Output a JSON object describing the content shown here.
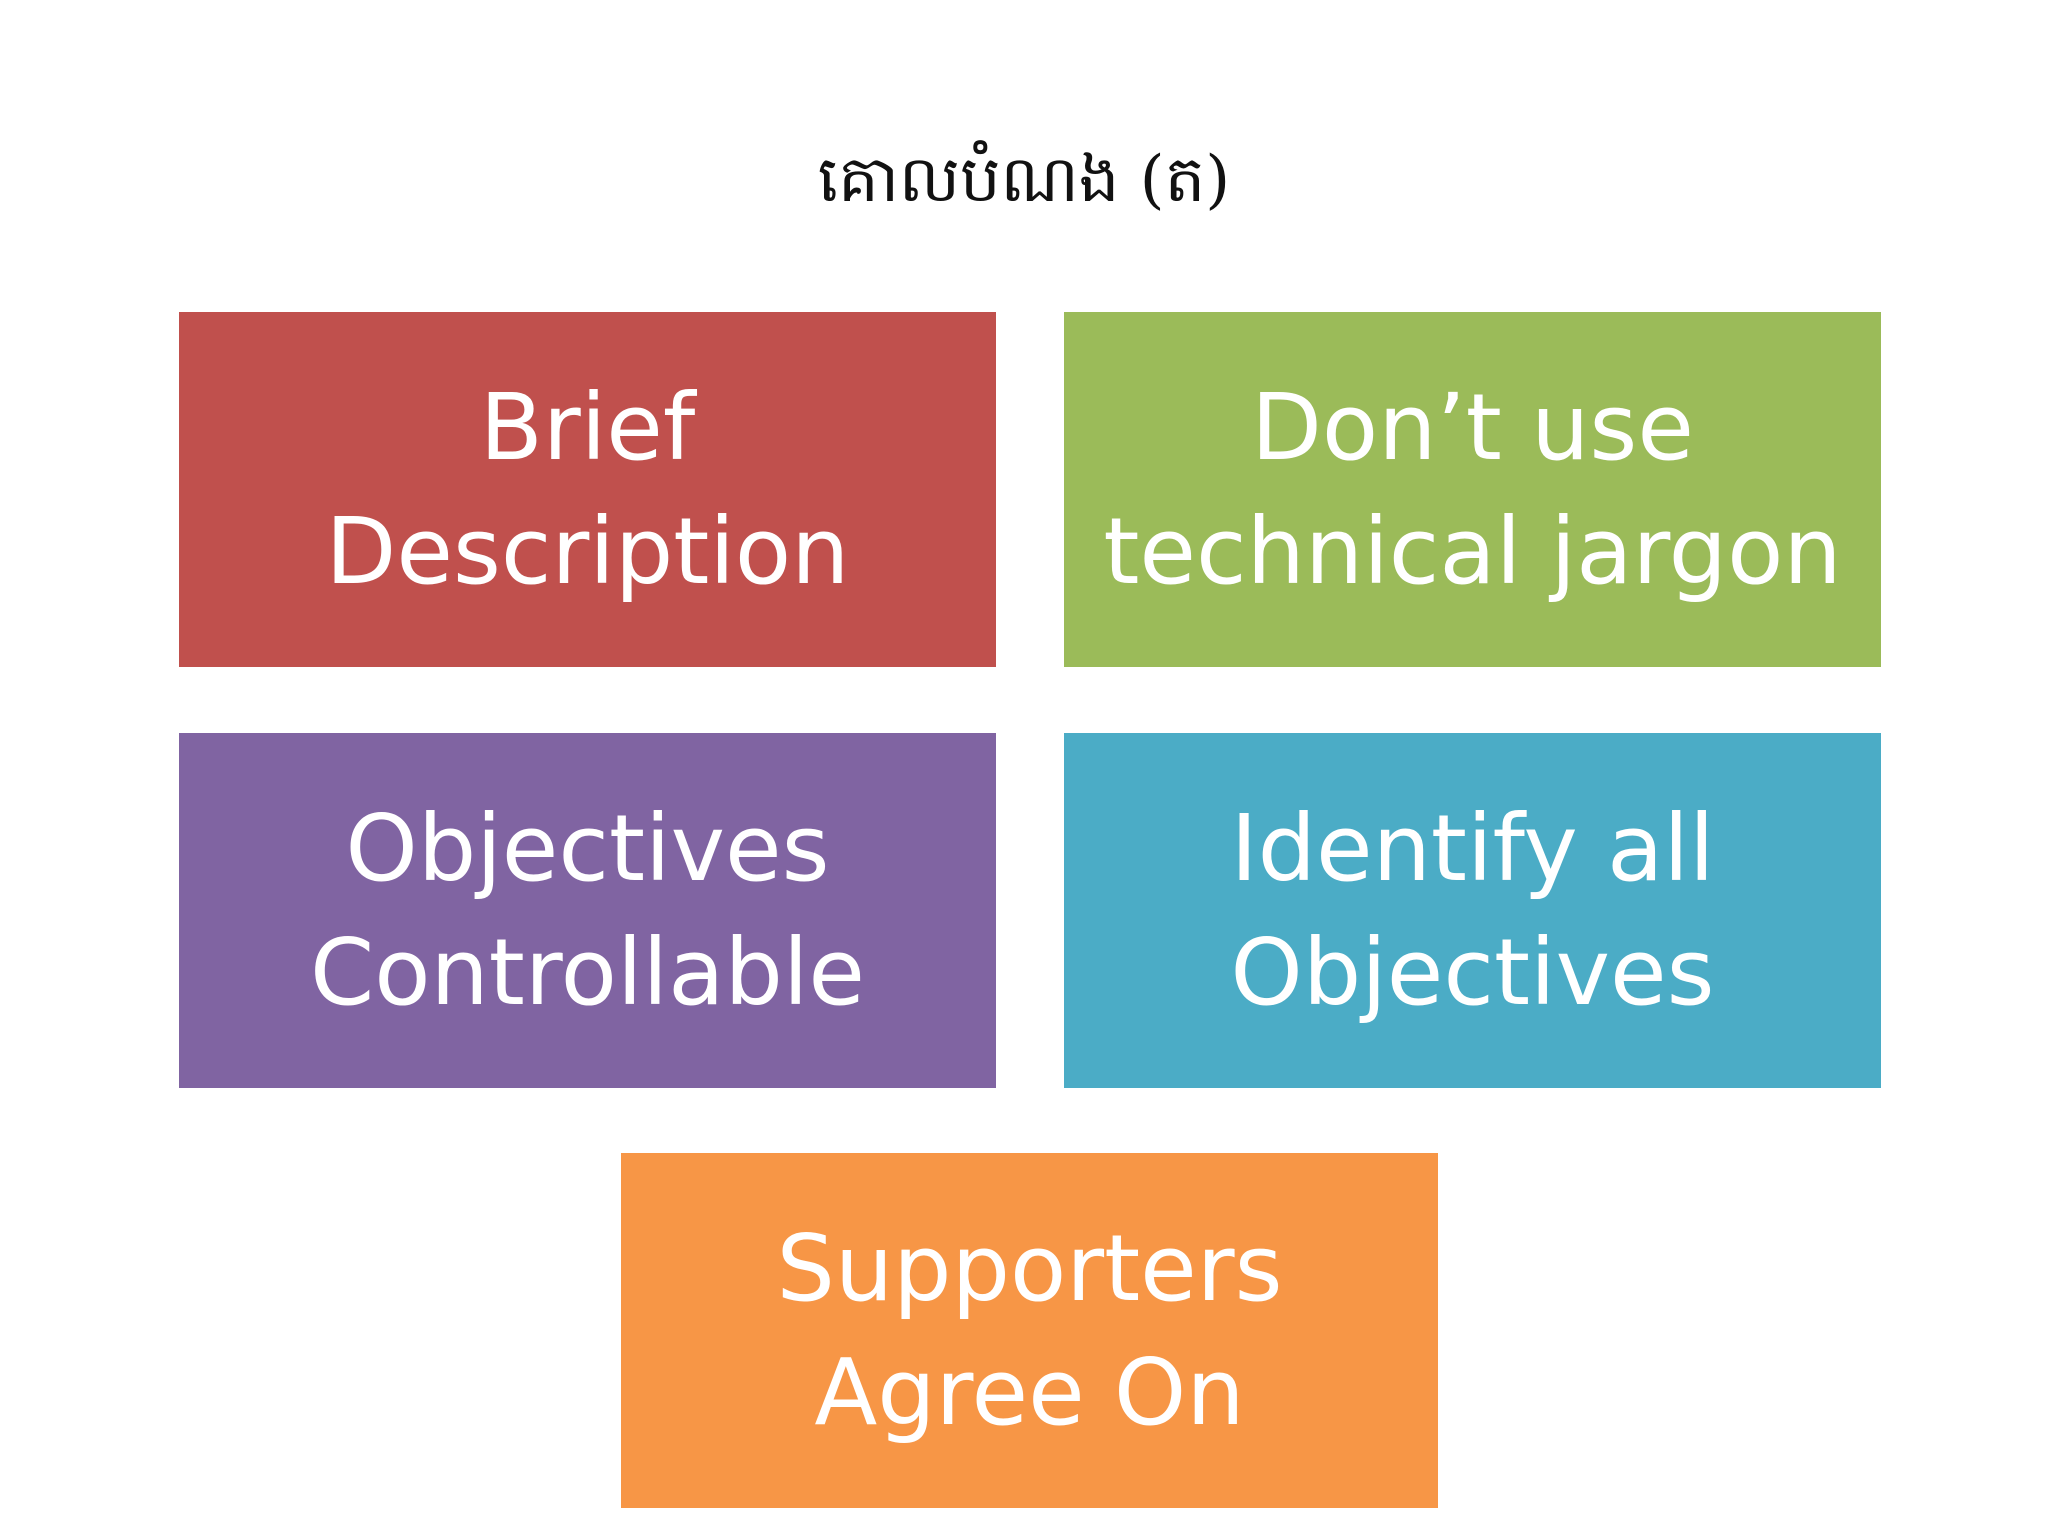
{
  "title": "គោលបំណង (ត)",
  "boxes": [
    {
      "label": "Brief\nDescription",
      "color": "#C0504D"
    },
    {
      "label": "Don’t use\ntechnical jargon",
      "color": "#9BBB59"
    },
    {
      "label": "Objectives\nControllable",
      "color": "#8064A2"
    },
    {
      "label": "Identify all\nObjectives",
      "color": "#4BACC6"
    },
    {
      "label": "Supporters\nAgree On",
      "color": "#F79646"
    }
  ]
}
